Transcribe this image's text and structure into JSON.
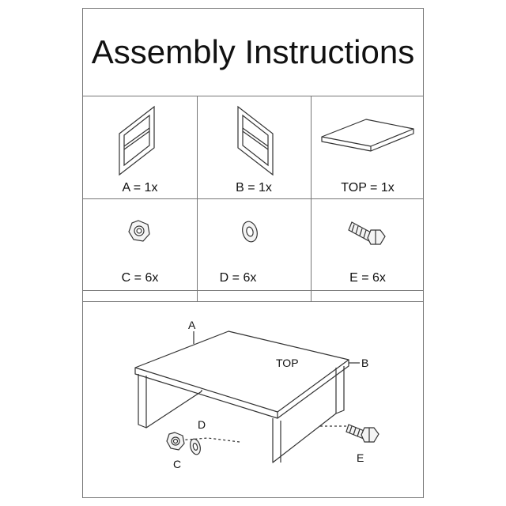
{
  "title": "Assembly Instructions",
  "parts": [
    {
      "label": "A = 1x",
      "icon": "side-frame-a-icon"
    },
    {
      "label": "B = 1x",
      "icon": "side-frame-b-icon"
    },
    {
      "label": "TOP = 1x",
      "icon": "tabletop-icon"
    },
    {
      "label": "C = 6x",
      "icon": "hex-nut-icon"
    },
    {
      "label": "D = 6x",
      "icon": "washer-icon"
    },
    {
      "label": "E = 6x",
      "icon": "hex-bolt-icon"
    }
  ],
  "diagram": {
    "callout_a": "A",
    "callout_top": "TOP",
    "callout_b": "B",
    "callout_c": "C",
    "callout_d": "D",
    "callout_e": "E"
  }
}
